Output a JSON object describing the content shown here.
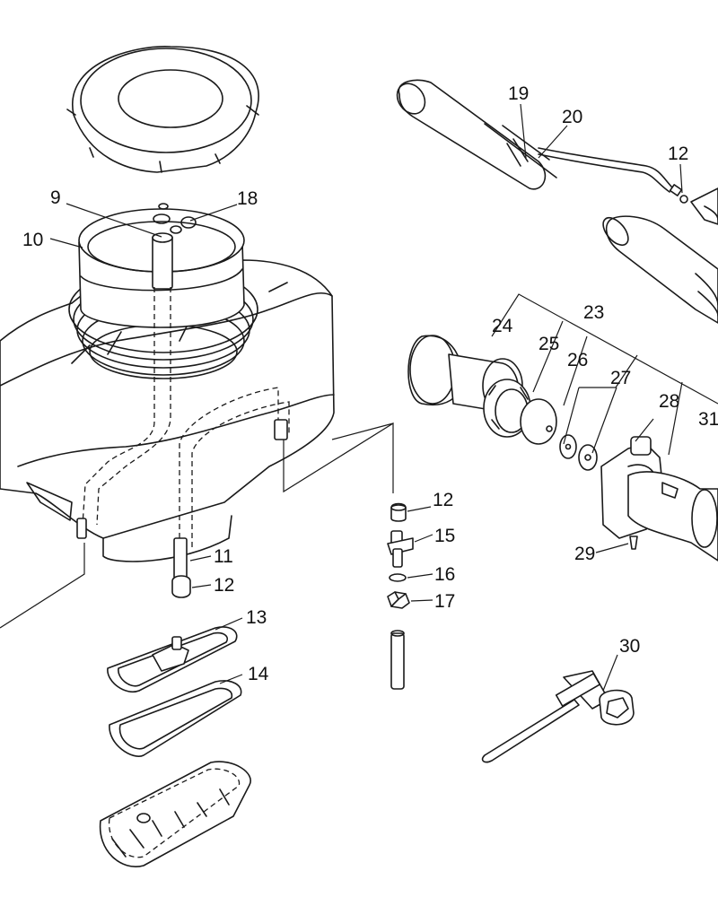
{
  "callouts": [
    {
      "id": "c9",
      "text": "9"
    },
    {
      "id": "c18",
      "text": "18"
    },
    {
      "id": "c10",
      "text": "10"
    },
    {
      "id": "c19",
      "text": "19"
    },
    {
      "id": "c20",
      "text": "20"
    },
    {
      "id": "c12a",
      "text": "12"
    },
    {
      "id": "c23",
      "text": "23"
    },
    {
      "id": "c24",
      "text": "24"
    },
    {
      "id": "c25",
      "text": "25"
    },
    {
      "id": "c26",
      "text": "26"
    },
    {
      "id": "c27",
      "text": "27"
    },
    {
      "id": "c28",
      "text": "28"
    },
    {
      "id": "c31",
      "text": "31"
    },
    {
      "id": "c12b",
      "text": "12"
    },
    {
      "id": "c15",
      "text": "15"
    },
    {
      "id": "c16",
      "text": "16"
    },
    {
      "id": "c17",
      "text": "17"
    },
    {
      "id": "c29",
      "text": "29"
    },
    {
      "id": "c11",
      "text": "11"
    },
    {
      "id": "c12c",
      "text": "12"
    },
    {
      "id": "c13",
      "text": "13"
    },
    {
      "id": "c14",
      "text": "14"
    },
    {
      "id": "c30",
      "text": "30"
    }
  ],
  "colors": {
    "ink": "#1a1a1a",
    "background": "#ffffff"
  }
}
